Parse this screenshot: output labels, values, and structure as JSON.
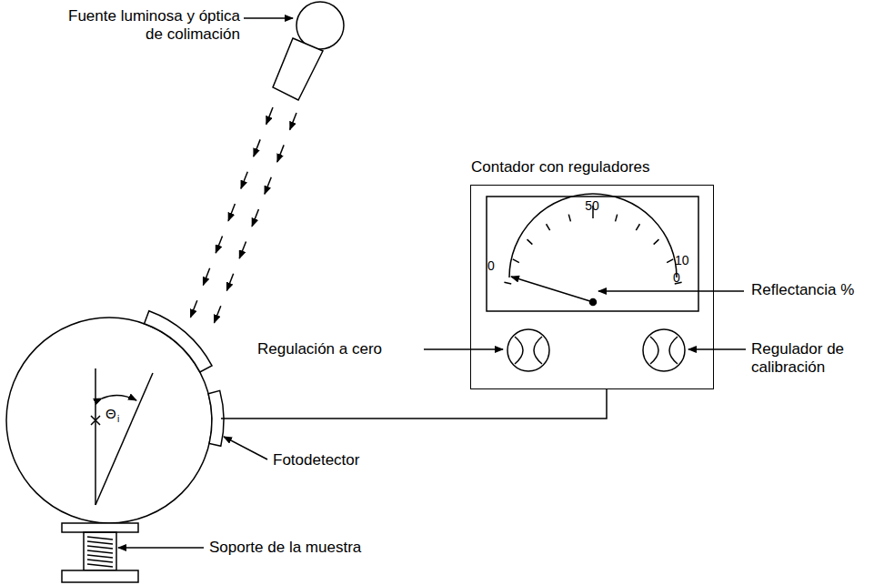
{
  "diagram": {
    "nodes": [
      {
        "text": [
          "Contador con reguladores"
        ]
      }
    ],
    "labels": [
      "Fuente luminosa y óptica de colimación",
      "50",
      "0",
      "10",
      "0",
      "Reflectancia %",
      "Regulación a cero",
      "Regulador de calibración",
      "Θ",
      "i",
      "Fotodetector",
      "Soporte de la muestra"
    ]
  }
}
